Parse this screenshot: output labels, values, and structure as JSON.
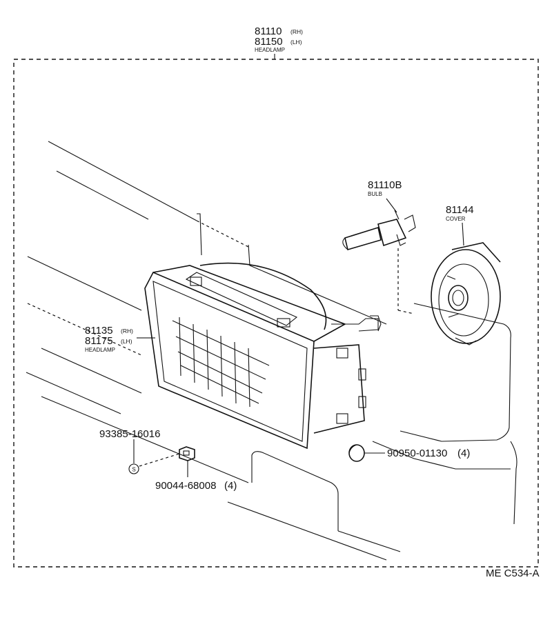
{
  "diagram_id": "ME C534-A",
  "callouts": {
    "headlamp_assy": {
      "num1": "81110",
      "suf1": "(RH)",
      "num2": "81150",
      "suf2": "(LH)",
      "desc": "HEADLAMP"
    },
    "bulb": {
      "num": "81110B",
      "desc": "BULB"
    },
    "cover": {
      "num": "81144",
      "desc": "COVER"
    },
    "headlamp_unit": {
      "num1": "81135",
      "suf1": "(RH)",
      "num2": "81175",
      "suf2": "(LH)",
      "desc": "HEADLAMP"
    },
    "screw": {
      "num": "93385-16016",
      "symbol": "S"
    },
    "nut": {
      "num": "90044-68008",
      "qty": "(4)"
    },
    "grommet": {
      "num": "90950-01130",
      "qty": "(4)"
    }
  }
}
